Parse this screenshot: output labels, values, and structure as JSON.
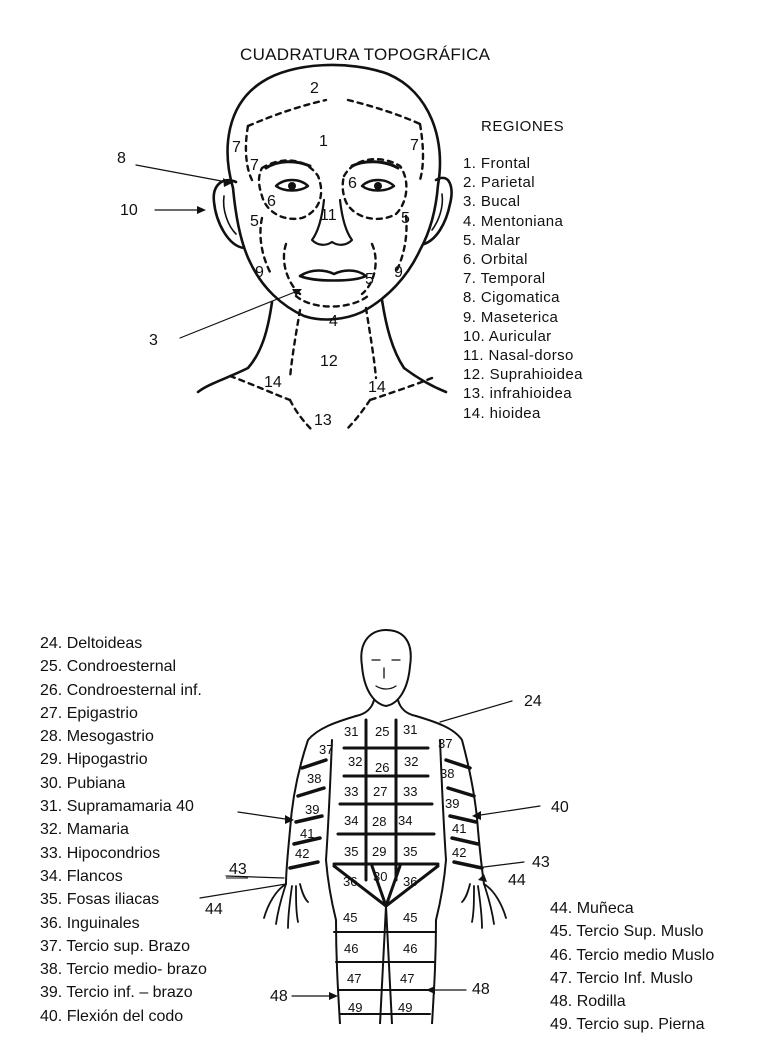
{
  "head_section": {
    "title": "CUADRATURA TOPOGRÁFICA",
    "regions_heading": "REGIONES",
    "regions": [
      "1. Frontal",
      "2. Parietal",
      "3. Bucal",
      "4. Mentoniana",
      "5. Malar",
      "6. Orbital",
      "7. Temporal",
      "8. Cigomatica",
      "9. Maseterica",
      "10. Auricular",
      "11. Nasal-dorso",
      "12. Suprahioidea",
      "13. infrahioidea",
      "14. hioidea"
    ],
    "head_labels": [
      "1",
      "2",
      "3",
      "4",
      "5",
      "5",
      "5",
      "6",
      "6",
      "7",
      "7",
      "7",
      "8",
      "9",
      "9",
      "10",
      "11",
      "12",
      "13",
      "14",
      "14"
    ]
  },
  "body_section": {
    "left_list": [
      "24. Deltoideas",
      "25. Condroesternal",
      "26. Condroesternal inf.",
      "27. Epigastrio",
      "28. Mesogastrio",
      "29. Hipogastrio",
      "30. Pubiana",
      "31. Supramamaria 40",
      "32. Mamaria",
      "33. Hipocondrios",
      "34. Flancos",
      "35. Fosas iliacas",
      "36. Inguinales",
      "37. Tercio sup. Brazo",
      "38. Tercio medio- brazo",
      "39. Tercio inf. – brazo",
      "40. Flexión del codo"
    ],
    "right_list": [
      "44. Muñeca",
      "45. Tercio Sup. Muslo",
      "46. Tercio medio Muslo",
      "47. Tercio Inf. Muslo",
      "48. Rodilla",
      "49. Tercio sup. Pierna"
    ],
    "callouts": {
      "n24": "24",
      "n40": "40",
      "n43_left": "43",
      "n44_left": "44",
      "n43_right": "43",
      "n44_right": "44",
      "n48_left": "48",
      "n48_right": "48"
    },
    "body_labels": [
      "25",
      "26",
      "27",
      "28",
      "29",
      "30",
      "31",
      "31",
      "32",
      "32",
      "33",
      "33",
      "34",
      "34",
      "35",
      "35",
      "36",
      "36",
      "37",
      "37",
      "38",
      "38",
      "39",
      "39",
      "41",
      "41",
      "42",
      "42",
      "45",
      "45",
      "46",
      "46",
      "47",
      "47",
      "49",
      "49"
    ]
  }
}
